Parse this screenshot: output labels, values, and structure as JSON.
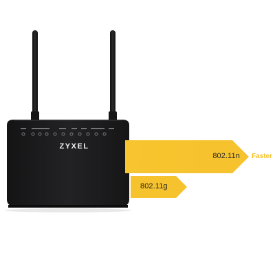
{
  "brand": "ZYXEL",
  "speeds": {
    "fast_label": "802.11n",
    "slow_label": "802.11g",
    "faster_text": "Faster"
  },
  "colors": {
    "accent_yellow": "#f6c22d",
    "router_body": "#1d1d1f"
  },
  "icons": [
    "wifi-router",
    "antenna",
    "led-indicator"
  ]
}
